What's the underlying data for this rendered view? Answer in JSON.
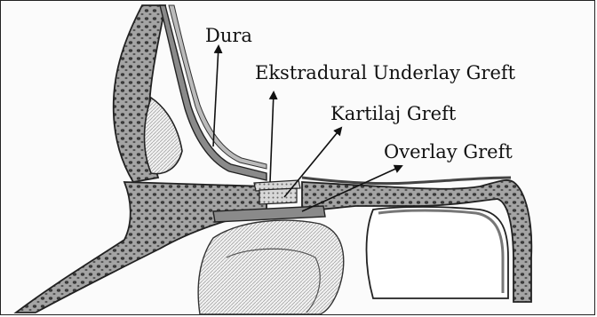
{
  "labels": {
    "dura": "Dura",
    "ekstradural": "Ekstradural Underlay Greft",
    "kartilaj": "Kartilaj Greft",
    "overlay": "Overlay Greft"
  },
  "colors": {
    "tissue_fill": "#9a9a9a",
    "tissue_dark": "#3a3a3a",
    "outline": "#222222",
    "graft": "#7d7d7d",
    "background": "#fbfbfb"
  }
}
